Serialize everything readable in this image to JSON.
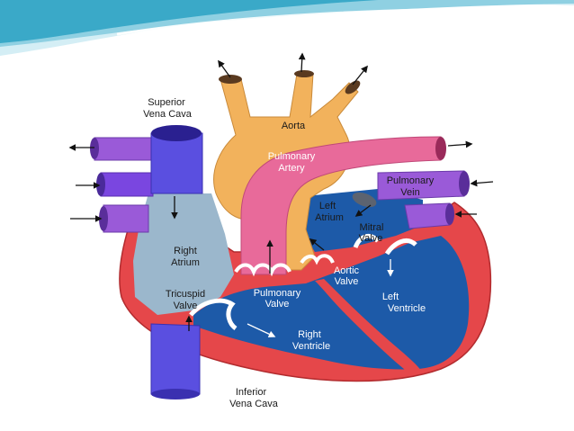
{
  "labels": {
    "superior_vena_cava_1": "Superior",
    "superior_vena_cava_2": "Vena Cava",
    "aorta": "Aorta",
    "pulmonary_artery_1": "Pulmonary",
    "pulmonary_artery_2": "Artery",
    "pulmonary_vein_1": "Pulmonary",
    "pulmonary_vein_2": "Vein",
    "left_atrium_1": "Left",
    "left_atrium_2": "Atrium",
    "mitral_valve_1": "Mitral",
    "mitral_valve_2": "Valve",
    "right_atrium_1": "Right",
    "right_atrium_2": "Atrium",
    "aortic_valve_1": "Aortic",
    "aortic_valve_2": "Valve",
    "left_ventricle_1": "Left",
    "left_ventricle_2": "Ventricle",
    "pulmonary_valve_1": "Pulmonary",
    "pulmonary_valve_2": "Valve",
    "tricuspid_valve_1": "Tricuspid",
    "tricuspid_valve_2": "Valve",
    "right_ventricle_1": "Right",
    "right_ventricle_2": "Ventricle",
    "inferior_vena_cava_1": "Inferior",
    "inferior_vena_cava_2": "Vena Cava"
  },
  "colors": {
    "banner_light": "#d4eef5",
    "banner_mid": "#8fd0e2",
    "banner_dark": "#3aa9c8",
    "aorta": "#f2b25c",
    "pulmonary_artery": "#e86a9a",
    "vena_cava": "#5a4fe0",
    "pulmonary_vein": "#9a5ad8",
    "heart_wall": "#e5474a",
    "right_chamber": "#9bb7cc",
    "left_ventricle": "#1d5aa8",
    "valve": "#ffffff"
  }
}
